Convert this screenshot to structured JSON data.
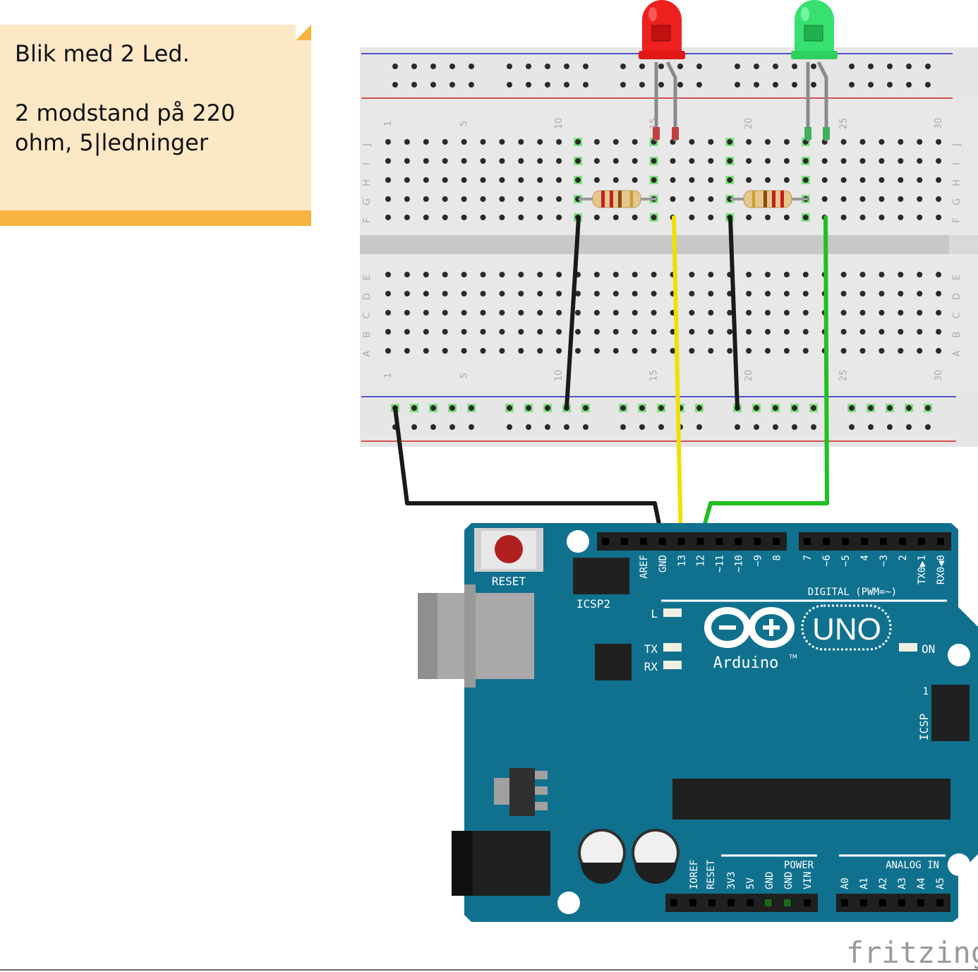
{
  "note": {
    "title": "Blik med 2 Led.",
    "text": " 2 modstand på 220 ohm, 5|ledninger"
  },
  "breadboard": {
    "row_letters_top": [
      "J",
      "I",
      "H",
      "G",
      "F"
    ],
    "row_letters_bottom": [
      "E",
      "D",
      "C",
      "B",
      "A"
    ],
    "column_numbers": [
      "1",
      "5",
      "10",
      "15",
      "20",
      "25",
      "30"
    ]
  },
  "arduino": {
    "reset_label": "RESET",
    "icsp2_label": "ICSP2",
    "icsp_label": "ICSP",
    "icsp_pin1": "1",
    "digital_label": "DIGITAL (PWM=~)",
    "pin_labels_left": [
      "AREF",
      "GND",
      "13",
      "12",
      "~11",
      "~10",
      "~9",
      "8"
    ],
    "pin_labels_right": [
      "7",
      "~6",
      "~5",
      "4",
      "~3",
      "2",
      "TX0▶1",
      "RX0◀0"
    ],
    "led_l": "L",
    "led_tx": "TX",
    "led_rx": "RX",
    "led_on": "ON",
    "uno_label": "UNO",
    "brand": "Arduino",
    "tm": "TM",
    "power_label": "POWER",
    "power_pins": [
      "IOREF",
      "RESET",
      "3V3",
      "5V",
      "GND",
      "GND",
      "VIN"
    ],
    "analog_label": "ANALOG IN",
    "analog_pins": [
      "A0",
      "A1",
      "A2",
      "A3",
      "A4",
      "A5"
    ],
    "board_color": "#10718f"
  },
  "wire_colors": {
    "black": "#1a1a1a",
    "yellow": "#f0e000",
    "green": "#20c020"
  },
  "led_colors": {
    "red": "#ee2020",
    "green": "#38e070"
  },
  "watermark": "fritzing"
}
